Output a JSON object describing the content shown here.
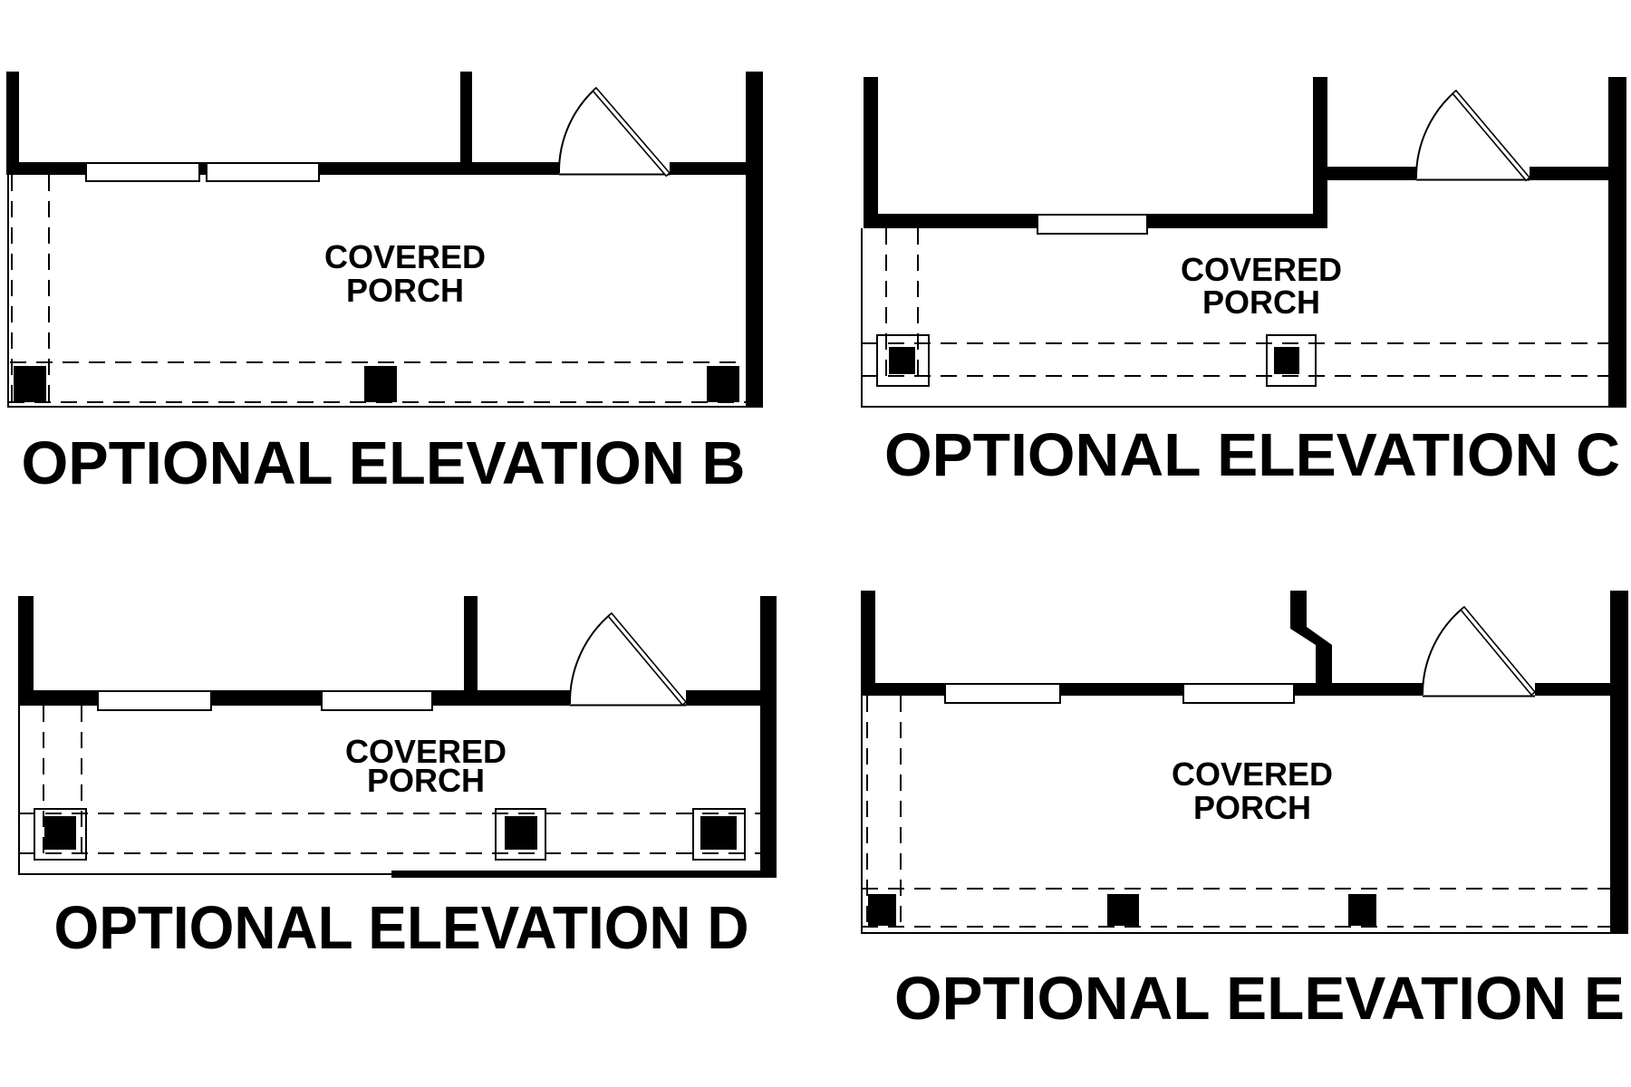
{
  "drawing": {
    "background_color": "#ffffff",
    "ink_color": "#000000",
    "sheet_type": "floor-plan-options",
    "panels": [
      {
        "key": "b",
        "title": "OPTIONAL ELEVATION B",
        "porch_label": [
          "COVERED",
          "PORCH"
        ],
        "window_count": 2,
        "post_count": 3,
        "post_style": "solid-square"
      },
      {
        "key": "c",
        "title": "OPTIONAL ELEVATION C",
        "porch_label": [
          "COVERED",
          "PORCH"
        ],
        "window_count": 1,
        "post_count": 2,
        "post_style": "boxed-square"
      },
      {
        "key": "d",
        "title": "OPTIONAL ELEVATION D",
        "porch_label": [
          "COVERED",
          "PORCH"
        ],
        "window_count": 2,
        "post_count": 3,
        "post_style": "boxed-square"
      },
      {
        "key": "e",
        "title": "OPTIONAL ELEVATION E",
        "porch_label": [
          "COVERED",
          "PORCH"
        ],
        "window_count": 2,
        "post_count": 3,
        "post_style": "solid-square"
      }
    ]
  }
}
